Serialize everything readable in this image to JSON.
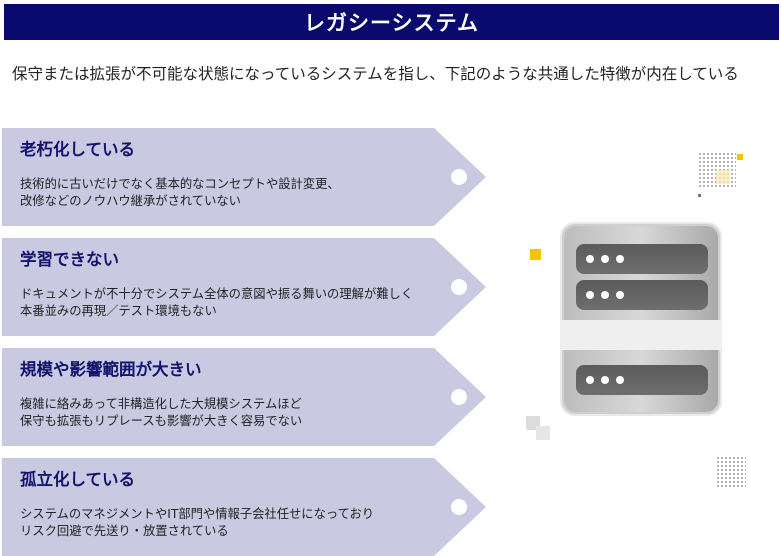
{
  "title": "レガシーシステム",
  "subtitle": "保守または拡張が不可能な状態になっているシステムを指し、下記のような共通した特徴が内在している",
  "colors": {
    "title_bg": "#0a0a6e",
    "card_bg": "#c9c9e1",
    "heading": "#13136e",
    "accent_yellow": "#f5c400"
  },
  "cards": [
    {
      "heading": "老朽化している",
      "lines": [
        "技術的に古いだけでなく基本的なコンセプトや設計変更、",
        "改修などのノウハウ継承がされていない"
      ]
    },
    {
      "heading": "学習できない",
      "lines": [
        "ドキュメントが不十分でシステム全体の意図や振る舞いの理解が難しく",
        "本番並みの再現／テスト環境もない"
      ]
    },
    {
      "heading": "規模や影響範囲が大きい",
      "lines": [
        "複雑に絡みあって非構造化した大規模システムほど",
        "保守も拡張もリプレースも影響が大きく容易でない"
      ]
    },
    {
      "heading": "孤立化している",
      "lines": [
        "システムのマネジメントやIT部門や情報子会社任せになっており",
        "リスク回避で先送り・放置されている"
      ]
    }
  ],
  "illustration": {
    "icon": "server-icon"
  }
}
